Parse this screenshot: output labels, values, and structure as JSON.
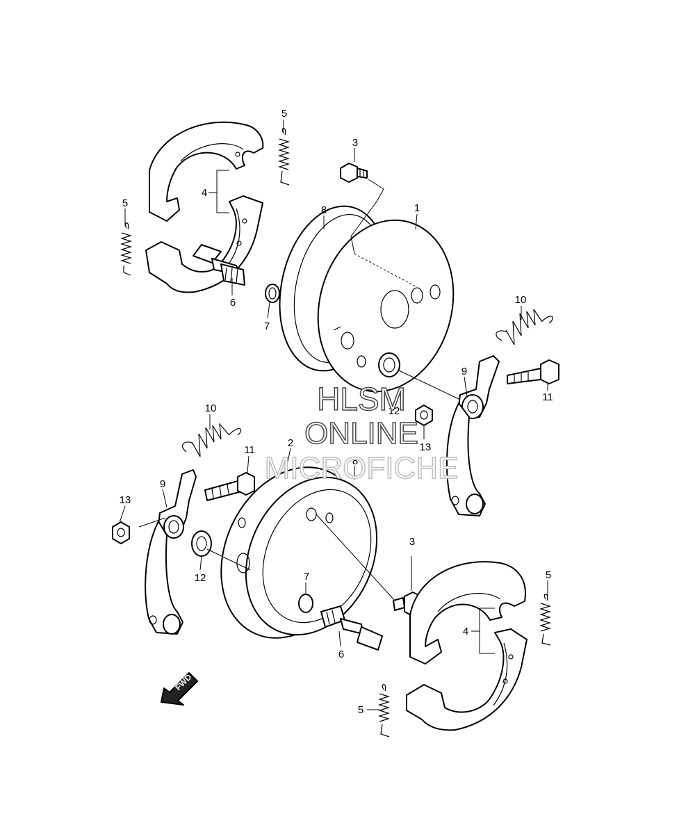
{
  "watermark": {
    "line1": "HLSM",
    "line2": "ONLINE",
    "line3": "MICROFICHE"
  },
  "direction_marker": "FWD",
  "callouts": {
    "c1": "1",
    "c2": "2",
    "c3a": "3",
    "c3b": "3",
    "c4a": "4",
    "c4b": "4",
    "c5a": "5",
    "c5b": "5",
    "c5c": "5",
    "c5d": "5",
    "c6a": "6",
    "c6b": "6",
    "c7a": "7",
    "c7b": "7",
    "c8a": "8",
    "c8b": "8",
    "c9a": "9",
    "c9b": "9",
    "c10a": "10",
    "c10b": "10",
    "c11a": "11",
    "c11b": "11",
    "c12a": "12",
    "c12b": "12",
    "c13a": "13",
    "c13b": "13"
  }
}
